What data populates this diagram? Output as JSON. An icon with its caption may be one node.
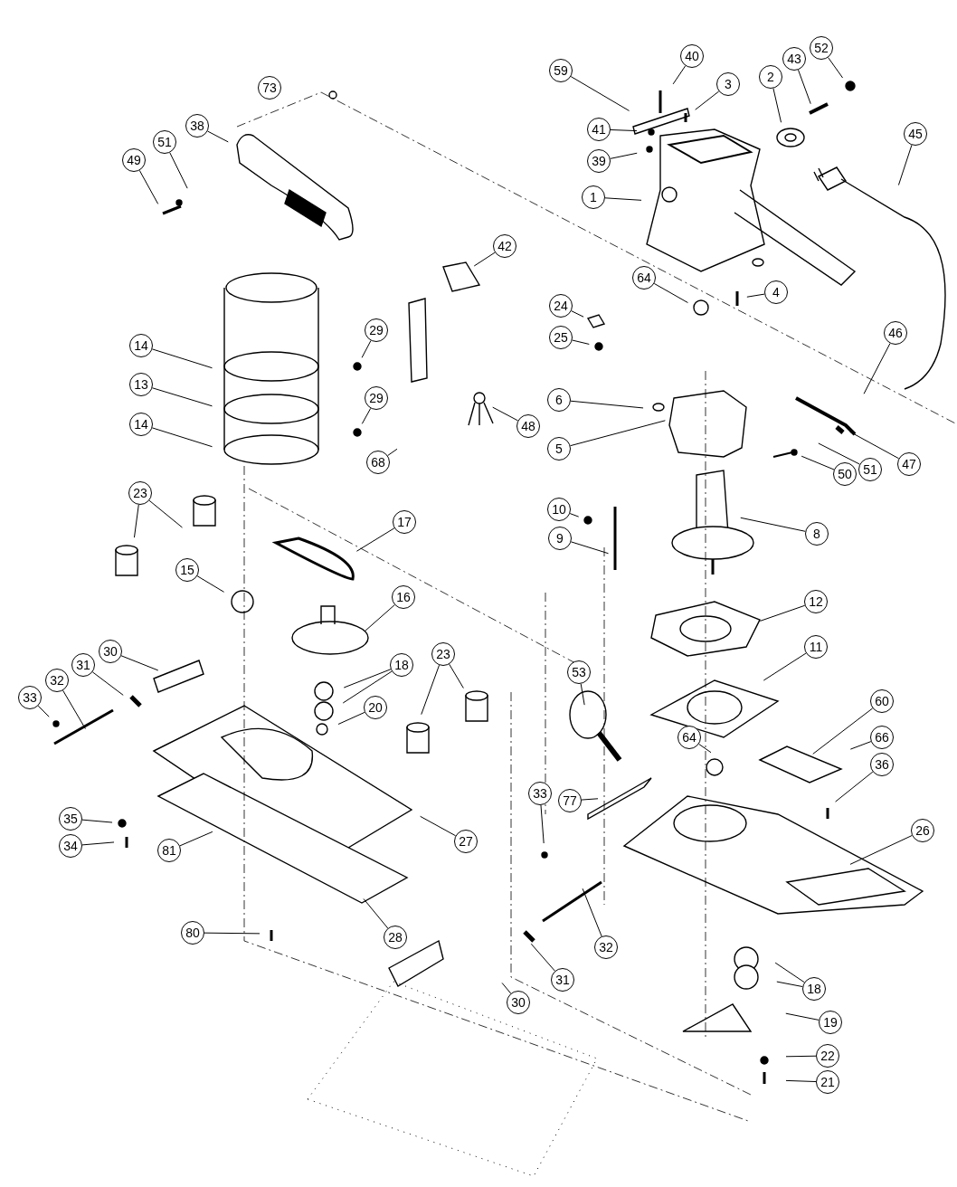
{
  "diagram": {
    "nodes": [
      {
        "text": [
          "73"
        ]
      },
      {
        "text": [
          "59"
        ]
      },
      {
        "text": [
          "40"
        ]
      },
      {
        "text": [
          "3"
        ]
      },
      {
        "text": [
          "2"
        ]
      },
      {
        "text": [
          "43"
        ]
      },
      {
        "text": [
          "52"
        ]
      },
      {
        "text": [
          "41"
        ]
      },
      {
        "text": [
          "39"
        ]
      },
      {
        "text": [
          "1"
        ]
      },
      {
        "text": [
          "45"
        ]
      },
      {
        "text": [
          "38"
        ]
      },
      {
        "text": [
          "51"
        ]
      },
      {
        "text": [
          "49"
        ]
      },
      {
        "text": [
          "42"
        ]
      },
      {
        "text": [
          "64"
        ]
      },
      {
        "text": [
          "4"
        ]
      },
      {
        "text": [
          "24"
        ]
      },
      {
        "text": [
          "25"
        ]
      },
      {
        "text": [
          "46"
        ]
      },
      {
        "text": [
          "14"
        ]
      },
      {
        "text": [
          "29"
        ]
      },
      {
        "text": [
          "13"
        ]
      },
      {
        "text": [
          "29"
        ]
      },
      {
        "text": [
          "14"
        ]
      },
      {
        "text": [
          "6"
        ]
      },
      {
        "text": [
          "48"
        ]
      },
      {
        "text": [
          "5"
        ]
      },
      {
        "text": [
          "47"
        ]
      },
      {
        "text": [
          "51"
        ]
      },
      {
        "text": [
          "50"
        ]
      },
      {
        "text": [
          "68"
        ]
      },
      {
        "text": [
          "23"
        ]
      },
      {
        "text": [
          "17"
        ]
      },
      {
        "text": [
          "10"
        ]
      },
      {
        "text": [
          "9"
        ]
      },
      {
        "text": [
          "8"
        ]
      },
      {
        "text": [
          "15"
        ]
      },
      {
        "text": [
          "16"
        ]
      },
      {
        "text": [
          "12"
        ]
      },
      {
        "text": [
          "30"
        ]
      },
      {
        "text": [
          "18"
        ]
      },
      {
        "text": [
          "23"
        ]
      },
      {
        "text": [
          "11"
        ]
      },
      {
        "text": [
          "53"
        ]
      },
      {
        "text": [
          "31"
        ]
      },
      {
        "text": [
          "32"
        ]
      },
      {
        "text": [
          "33"
        ]
      },
      {
        "text": [
          "20"
        ]
      },
      {
        "text": [
          "60"
        ]
      },
      {
        "text": [
          "64"
        ]
      },
      {
        "text": [
          "66"
        ]
      },
      {
        "text": [
          "36"
        ]
      },
      {
        "text": [
          "77"
        ]
      },
      {
        "text": [
          "33"
        ]
      },
      {
        "text": [
          "26"
        ]
      },
      {
        "text": [
          "27"
        ]
      },
      {
        "text": [
          "35"
        ]
      },
      {
        "text": [
          "81"
        ]
      },
      {
        "text": [
          "34"
        ]
      },
      {
        "text": [
          "31"
        ]
      },
      {
        "text": [
          "32"
        ]
      },
      {
        "text": [
          "28"
        ]
      },
      {
        "text": [
          "80"
        ]
      },
      {
        "text": [
          "30"
        ]
      },
      {
        "text": [
          "18"
        ]
      },
      {
        "text": [
          "19"
        ]
      },
      {
        "text": [
          "22"
        ]
      },
      {
        "text": [
          "21"
        ]
      }
    ],
    "edges": [
      {
        "from": 1,
        "to": null,
        "arrow": "none"
      },
      {
        "from": 2,
        "to": null,
        "arrow": "none"
      },
      {
        "from": 3,
        "to": null,
        "arrow": "none"
      },
      {
        "from": 4,
        "to": null,
        "arrow": "none"
      },
      {
        "from": 5,
        "to": null,
        "arrow": "none"
      },
      {
        "from": 6,
        "to": null,
        "arrow": "none"
      },
      {
        "from": 7,
        "to": null,
        "arrow": "none"
      },
      {
        "from": 8,
        "to": null,
        "arrow": "none"
      },
      {
        "from": 9,
        "to": null,
        "arrow": "none"
      },
      {
        "from": 10,
        "to": null,
        "arrow": "none"
      },
      {
        "from": 11,
        "to": null,
        "arrow": "none"
      },
      {
        "from": 12,
        "to": null,
        "arrow": "none"
      },
      {
        "from": 13,
        "to": null,
        "arrow": "none"
      },
      {
        "from": 14,
        "to": null,
        "arrow": "none"
      },
      {
        "from": 15,
        "to": null,
        "arrow": "none"
      },
      {
        "from": 16,
        "to": null,
        "arrow": "none"
      },
      {
        "from": 17,
        "to": null,
        "arrow": "none"
      },
      {
        "from": 18,
        "to": null,
        "arrow": "none"
      },
      {
        "from": 19,
        "to": null,
        "arrow": "none"
      },
      {
        "from": 20,
        "to": null,
        "arrow": "none"
      },
      {
        "from": 21,
        "to": null,
        "arrow": "none"
      },
      {
        "from": 22,
        "to": null,
        "arrow": "none"
      },
      {
        "from": 23,
        "to": null,
        "arrow": "none"
      },
      {
        "from": 24,
        "to": null,
        "arrow": "none"
      },
      {
        "from": 25,
        "to": null,
        "arrow": "none"
      },
      {
        "from": 26,
        "to": null,
        "arrow": "none"
      },
      {
        "from": 27,
        "to": null,
        "arrow": "none"
      },
      {
        "from": 28,
        "to": null,
        "arrow": "none"
      },
      {
        "from": 29,
        "to": null,
        "arrow": "none"
      },
      {
        "from": 30,
        "to": null,
        "arrow": "none"
      },
      {
        "from": 31,
        "to": null,
        "arrow": "none"
      },
      {
        "from": 32,
        "to": null,
        "arrow": "none"
      },
      {
        "from": 32,
        "to": null,
        "arrow": "none"
      },
      {
        "from": 33,
        "to": null,
        "arrow": "none"
      },
      {
        "from": 34,
        "to": null,
        "arrow": "none"
      },
      {
        "from": 35,
        "to": null,
        "arrow": "none"
      },
      {
        "from": 36,
        "to": null,
        "arrow": "none"
      },
      {
        "from": 37,
        "to": null,
        "arrow": "none"
      },
      {
        "from": 38,
        "to": null,
        "arrow": "none"
      },
      {
        "from": 39,
        "to": null,
        "arrow": "none"
      },
      {
        "from": 40,
        "to": null,
        "arrow": "none"
      },
      {
        "from": 41,
        "to": null,
        "arrow": "none"
      },
      {
        "from": 41,
        "to": null,
        "arrow": "none"
      },
      {
        "from": 42,
        "to": null,
        "arrow": "none"
      },
      {
        "from": 42,
        "to": null,
        "arrow": "none"
      },
      {
        "from": 43,
        "to": null,
        "arrow": "none"
      },
      {
        "from": 44,
        "to": null,
        "arrow": "none"
      },
      {
        "from": 45,
        "to": null,
        "arrow": "none"
      },
      {
        "from": 46,
        "to": null,
        "arrow": "none"
      },
      {
        "from": 47,
        "to": null,
        "arrow": "none"
      },
      {
        "from": 48,
        "to": null,
        "arrow": "none"
      },
      {
        "from": 49,
        "to": null,
        "arrow": "none"
      },
      {
        "from": 50,
        "to": null,
        "arrow": "none"
      },
      {
        "from": 51,
        "to": null,
        "arrow": "none"
      },
      {
        "from": 52,
        "to": null,
        "arrow": "none"
      },
      {
        "from": 53,
        "to": null,
        "arrow": "none"
      },
      {
        "from": 54,
        "to": null,
        "arrow": "none"
      },
      {
        "from": 55,
        "to": null,
        "arrow": "none"
      },
      {
        "from": 56,
        "to": null,
        "arrow": "none"
      },
      {
        "from": 57,
        "to": null,
        "arrow": "none"
      },
      {
        "from": 58,
        "to": null,
        "arrow": "none"
      },
      {
        "from": 59,
        "to": null,
        "arrow": "none"
      },
      {
        "from": 60,
        "to": null,
        "arrow": "none"
      },
      {
        "from": 61,
        "to": null,
        "arrow": "none"
      },
      {
        "from": 62,
        "to": null,
        "arrow": "none"
      },
      {
        "from": 63,
        "to": null,
        "arrow": "none"
      },
      {
        "from": 64,
        "to": null,
        "arrow": "none"
      },
      {
        "from": 65,
        "to": null,
        "arrow": "none"
      },
      {
        "from": 65,
        "to": null,
        "arrow": "none"
      },
      {
        "from": 66,
        "to": null,
        "arrow": "none"
      },
      {
        "from": 67,
        "to": null,
        "arrow": "none"
      },
      {
        "from": 68,
        "to": null,
        "arrow": "none"
      }
    ]
  }
}
